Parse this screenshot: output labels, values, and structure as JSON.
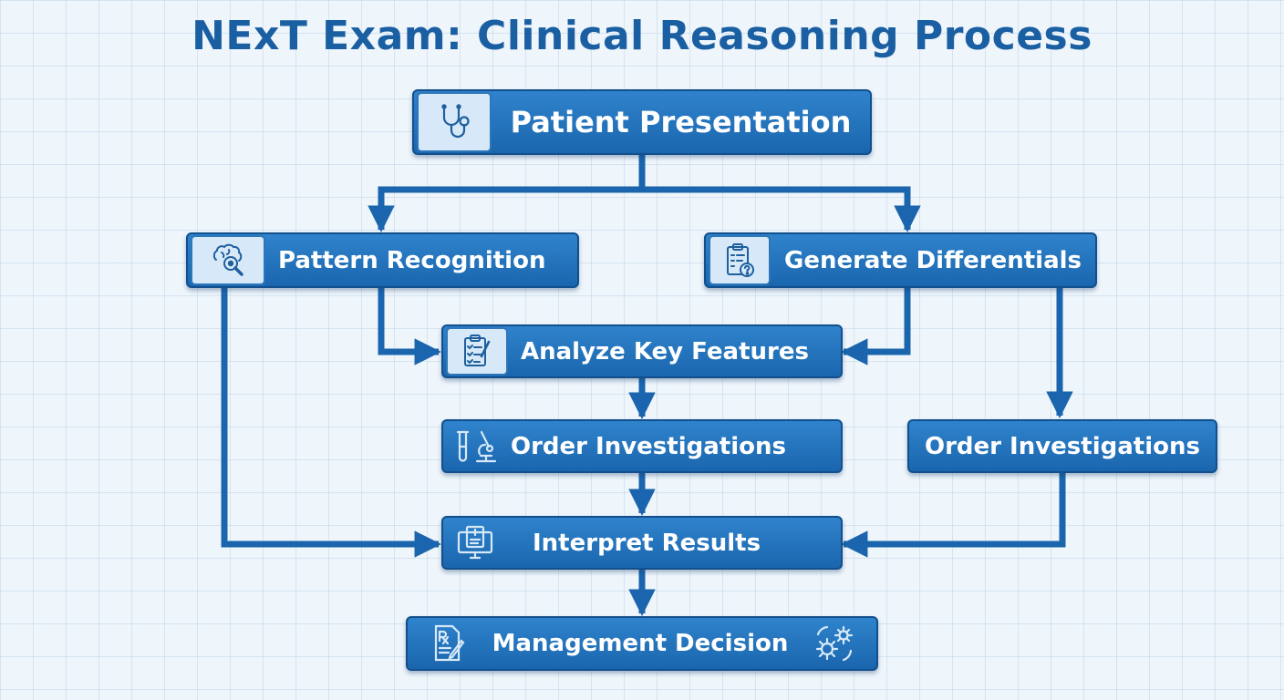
{
  "title": "NExT Exam: Clinical Reasoning Process",
  "colors": {
    "node_fill": "#1f6fb8",
    "node_border": "#124f8c",
    "arrow": "#1a65ad",
    "title": "#1b5fa3",
    "icon_bg": "#d7e9f8"
  },
  "nodes": {
    "patient_presentation": {
      "label": "Patient Presentation",
      "icon": "stethoscope-icon"
    },
    "pattern_recognition": {
      "label": "Pattern Recognition",
      "icon": "brain-magnifier-icon"
    },
    "generate_differentials": {
      "label": "Generate Differentials",
      "icon": "clipboard-question-icon"
    },
    "analyze_key_features": {
      "label": "Analyze Key Features",
      "icon": "clipboard-checklist-icon"
    },
    "order_investigations_left": {
      "label": "Order Investigations",
      "icon": "test-tube-microscope-icon"
    },
    "order_investigations_right": {
      "label": "Order Investigations"
    },
    "interpret_results": {
      "label": "Interpret Results",
      "icon": "monitor-report-icon"
    },
    "management_decision": {
      "label": "Management Decision",
      "icon": "prescription-icon",
      "icon_right": "gears-icon"
    }
  }
}
